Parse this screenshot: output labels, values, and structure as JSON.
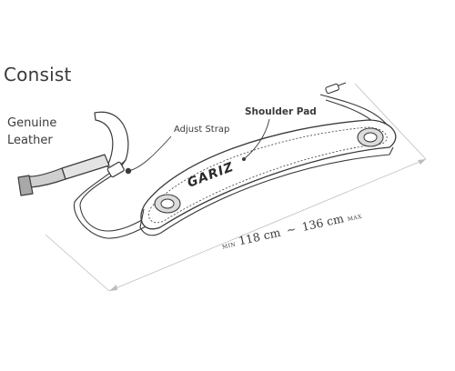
{
  "heading": "Consist",
  "labels": {
    "material": "Genuine\nLeather",
    "adjust_strap": "Adjust Strap",
    "shoulder_pad": "Shoulder Pad",
    "brand": "GARIZ"
  },
  "dimension": {
    "min_label": "MIN",
    "min_value": "118 cm",
    "separator": "~",
    "max_value": "136 cm",
    "max_label": "MAX"
  }
}
